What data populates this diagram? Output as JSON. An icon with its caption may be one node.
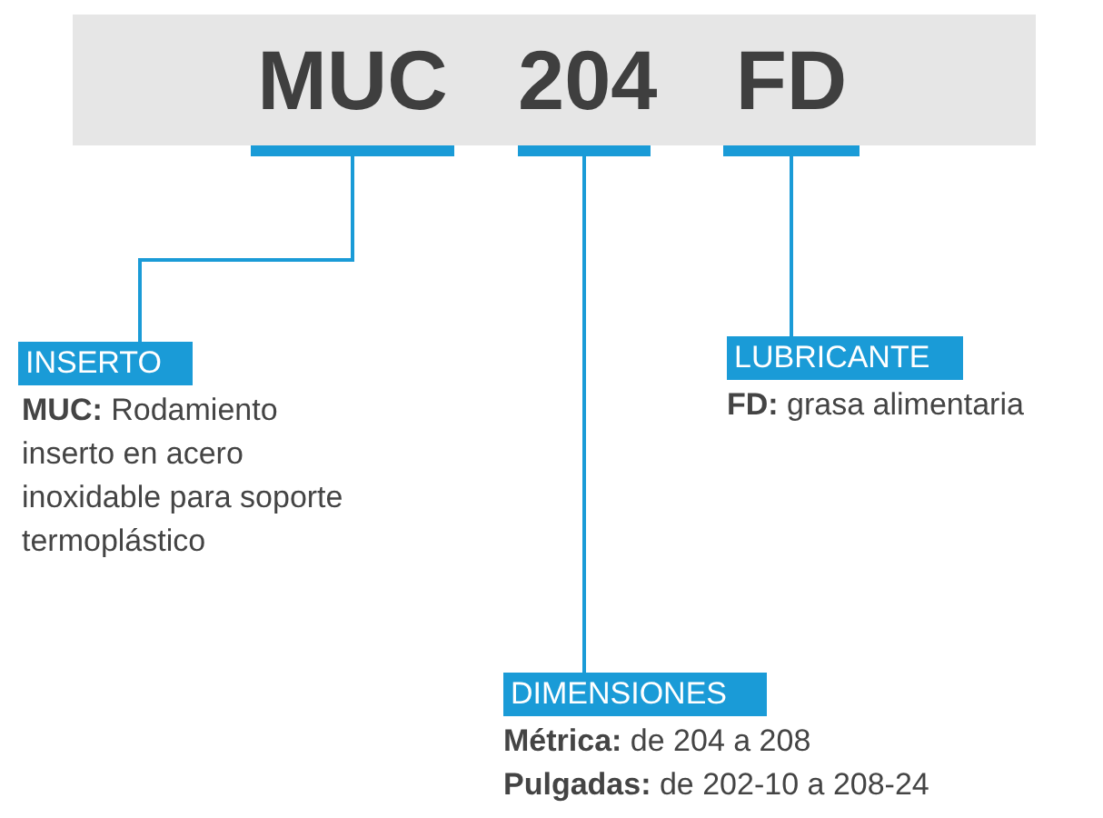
{
  "diagram": {
    "nodes": [
      {
        "text": [
          "MUC"
        ]
      },
      {
        "text": [
          "204"
        ]
      },
      {
        "text": [
          "FD"
        ]
      },
      {
        "text": [
          "INSERTO"
        ],
        "beside": [
          "**MUC:** Rodamiento inserto en acero inoxidable para soporte termoplástico"
        ]
      },
      {
        "text": [
          "DIMENSIONES"
        ],
        "beside": [
          "**Métrica:** de 204 a 208",
          "**Pulgadas:** de 202-10 a 208-24"
        ]
      },
      {
        "text": [
          "LUBRICANTE"
        ],
        "beside": [
          "**FD:** grasa alimentaria"
        ]
      }
    ],
    "edges": [
      {
        "from": 0,
        "to": 3,
        "arrow": "none"
      },
      {
        "from": 1,
        "to": 4,
        "arrow": "none"
      },
      {
        "from": 2,
        "to": 5,
        "arrow": "none"
      }
    ]
  }
}
